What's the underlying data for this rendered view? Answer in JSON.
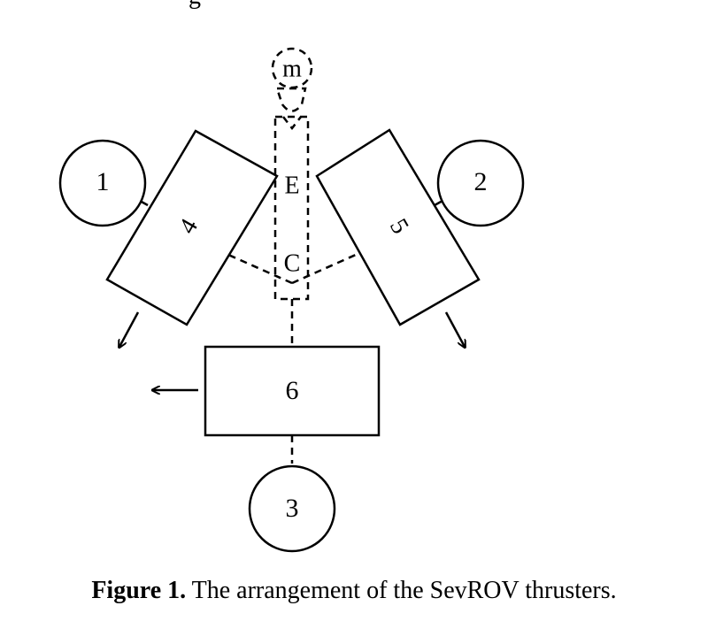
{
  "top_fragment": "g",
  "diagram": {
    "thrusters": [
      {
        "id": "1",
        "label": "1"
      },
      {
        "id": "2",
        "label": "2"
      },
      {
        "id": "3",
        "label": "3"
      },
      {
        "id": "4",
        "label": "4"
      },
      {
        "id": "5",
        "label": "5"
      },
      {
        "id": "6",
        "label": "6"
      }
    ],
    "points": {
      "m": "m",
      "E": "E",
      "C": "C"
    }
  },
  "caption": {
    "label": "Figure 1.",
    "text": " The arrangement of the SevROV thrusters."
  },
  "colors": {
    "stroke": "#000000",
    "background": "#ffffff"
  }
}
